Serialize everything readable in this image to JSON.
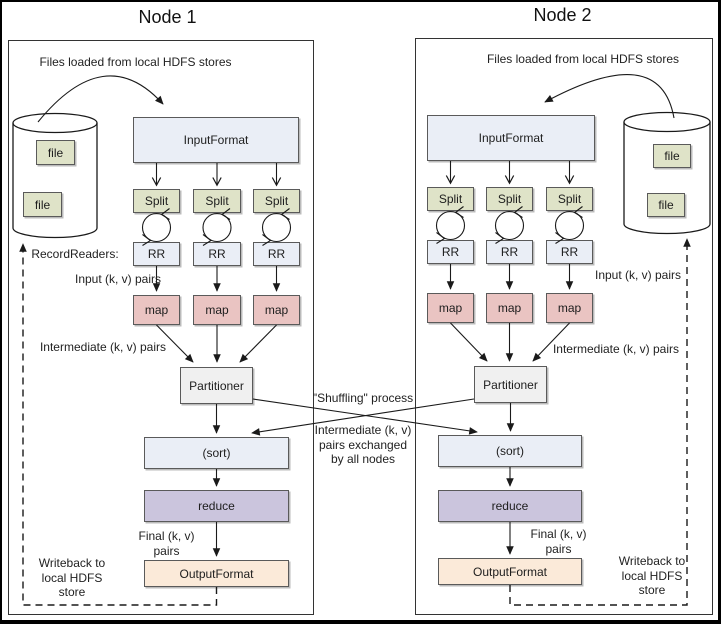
{
  "colors": {
    "box_blue": "#eaeef6",
    "box_green": "#dfe3c8",
    "box_pink": "#eac4c2",
    "box_grey": "#f0f0f0",
    "box_purple": "#cbc5dd",
    "box_peach": "#fbead9",
    "border_grey": "#5a5a5a",
    "line_color": "#1a1a1a"
  },
  "labels": {
    "input_format": "InputFormat",
    "split": "Split",
    "rr": "RR",
    "map": "map",
    "partitioner": "Partitioner",
    "sort": "(sort)",
    "reduce": "reduce",
    "output_format": "OutputFormat",
    "file": "file"
  },
  "node1": {
    "title": "Node 1",
    "files_loaded": "Files loaded from local HDFS stores",
    "record_readers": "RecordReaders:",
    "input_pairs": "Input (k, v) pairs",
    "intermediate_pairs": "Intermediate (k, v) pairs",
    "final_pairs": "Final (k, v) pairs",
    "writeback": "Writeback to\nlocal HDFS\nstore"
  },
  "node2": {
    "title": "Node 2",
    "files_loaded": "Files loaded from local HDFS stores",
    "input_pairs": "Input (k, v) pairs",
    "intermediate_pairs": "Intermediate (k, v) pairs",
    "final_pairs": "Final (k, v) pairs",
    "writeback": "Writeback to\nlocal HDFS\nstore"
  },
  "middle": {
    "shuffling": "\"Shuffling\" process",
    "exchange": "Intermediate (k, v)\npairs exchanged\nby all nodes"
  }
}
